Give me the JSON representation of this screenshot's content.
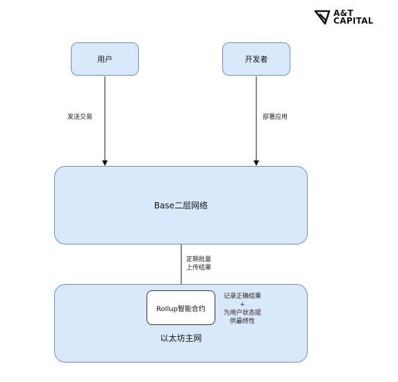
{
  "logo": {
    "line1": "A&T",
    "line2": "CAPITAL"
  },
  "nodes": {
    "user": "用户",
    "developer": "开发者",
    "base_l2": "Base二层网络",
    "ethereum": "以太坊主网",
    "rollup_contract": "Rollup智能合约"
  },
  "edges": {
    "send_tx": "发送交易",
    "deploy_app": "部署应用",
    "batch_upload_line1": "定期批量",
    "batch_upload_line2": "上传结果"
  },
  "annotation": {
    "line1": "记录正确结果",
    "line2": "+",
    "line3": "为用户状态提",
    "line4": "供最终性"
  }
}
